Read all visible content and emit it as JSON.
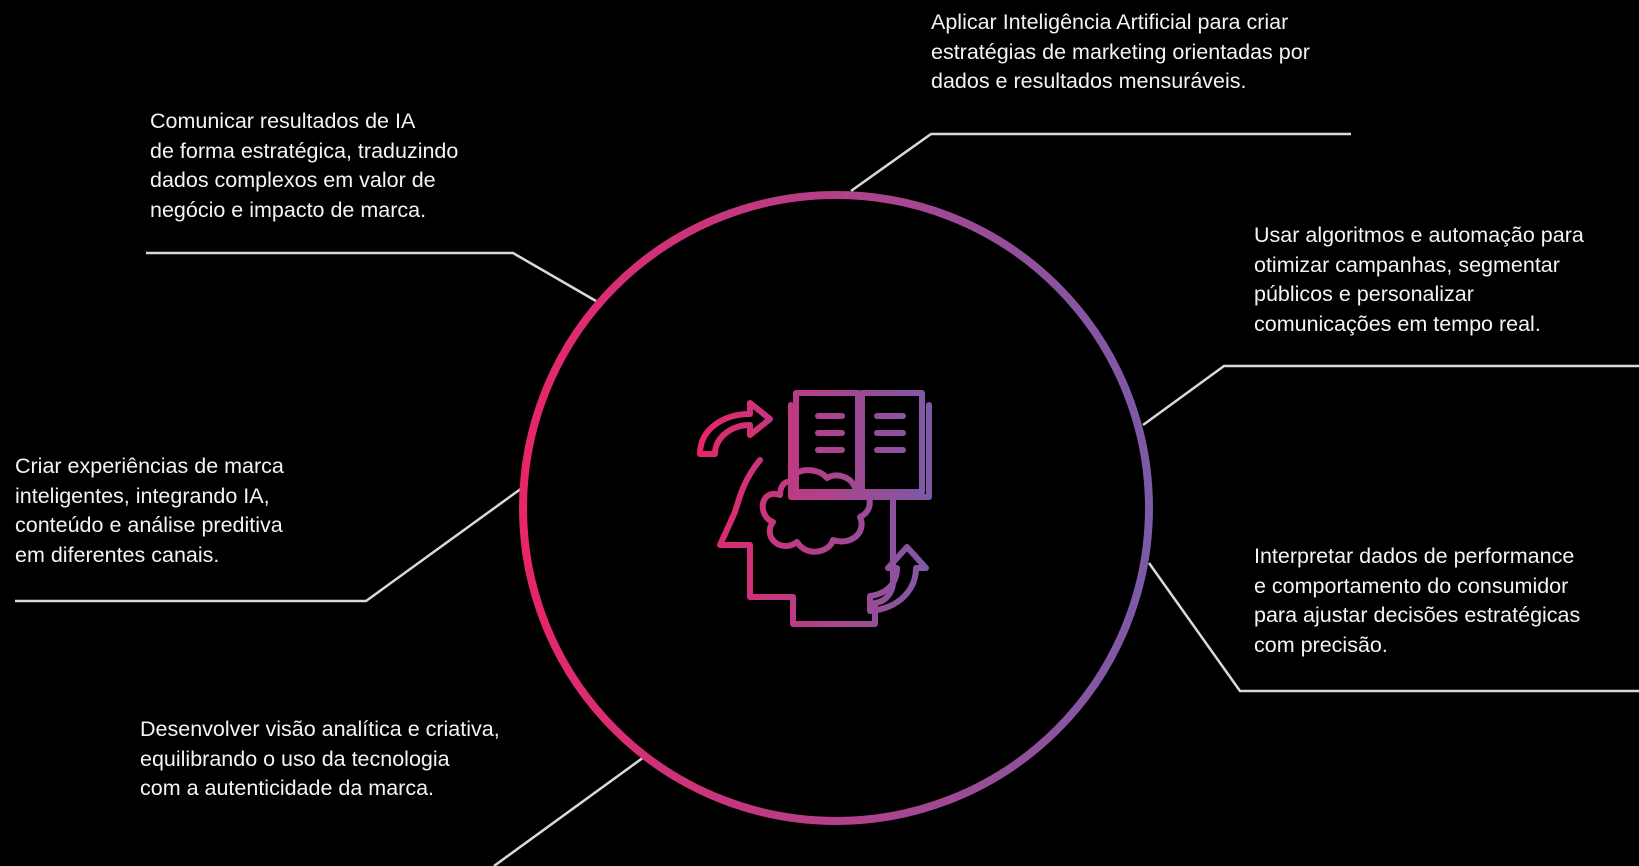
{
  "diagram": {
    "colors": {
      "background": "#000000",
      "text": "#f4f4f4",
      "connector": "#d9d9d9",
      "gradient_start": "#e8256a",
      "gradient_end": "#7b5ba8"
    },
    "center_icon": "head-with-open-book-icon",
    "captions": {
      "top_right": {
        "lines": [
          "Aplicar Inteligência Artificial para criar",
          "estratégias de marketing orientadas por",
          "dados e resultados mensuráveis."
        ]
      },
      "top_left": {
        "lines": [
          "Comunicar resultados de IA",
          "de forma estratégica, traduzindo",
          "dados complexos em valor de",
          "negócio e impacto de marca."
        ]
      },
      "right_upper": {
        "lines": [
          "Usar algoritmos e automação para",
          "otimizar campanhas, segmentar",
          "públicos e personalizar",
          "comunicações em tempo real."
        ]
      },
      "left_middle": {
        "lines": [
          "Criar experiências de marca",
          "inteligentes, integrando IA,",
          "conteúdo e análise preditiva",
          "em diferentes canais."
        ]
      },
      "right_lower": {
        "lines": [
          "Interpretar dados de performance",
          "e comportamento do consumidor",
          "para ajustar decisões estratégicas",
          "com precisão."
        ]
      },
      "bottom_left": {
        "lines": [
          "Desenvolver visão analítica e criativa,",
          "equilibrando o uso da tecnologia",
          "com a autenticidade da marca."
        ]
      }
    }
  }
}
